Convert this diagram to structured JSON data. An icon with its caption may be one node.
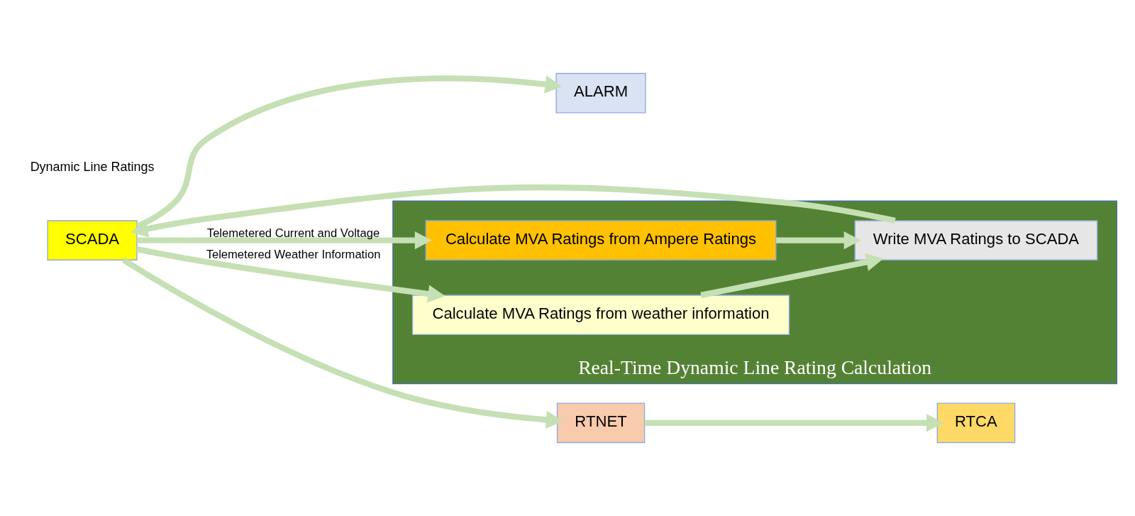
{
  "diagram": {
    "nodes": [
      {
        "text": [
          "ALARM"
        ]
      },
      {
        "text": [
          "SCADA"
        ]
      },
      {
        "text": [
          "RTNET"
        ]
      },
      {
        "text": [
          "RTCA"
        ]
      },
      {
        "text": [
          "Real-Time Dynamic Line Rating Calculation"
        ]
      },
      {
        "text": [
          "Calculate MVA Ratings from Ampere Ratings"
        ],
        "in": 4
      },
      {
        "text": [
          "Calculate MVA Ratings from weather information"
        ],
        "in": 4
      },
      {
        "text": [
          "Write MVA Ratings to SCADA"
        ],
        "in": 4
      }
    ],
    "edges": [
      {
        "from": 1,
        "to": 0,
        "arrow": "to"
      },
      {
        "from": 1,
        "to": 2,
        "arrow": "to"
      },
      {
        "from": 2,
        "to": 3,
        "arrow": "to"
      },
      {
        "from": 1,
        "to": 5,
        "arrow": "to",
        "label": "Telemetered Current and Voltage"
      },
      {
        "from": 1,
        "to": 6,
        "arrow": "to",
        "label": "Telemetered Weather Information"
      },
      {
        "from": 5,
        "to": 7,
        "arrow": "to"
      },
      {
        "from": 6,
        "to": 7,
        "arrow": "to"
      },
      {
        "from": 7,
        "to": 1,
        "arrow": "to"
      }
    ],
    "labels": [
      "Dynamic Line Ratings"
    ]
  }
}
